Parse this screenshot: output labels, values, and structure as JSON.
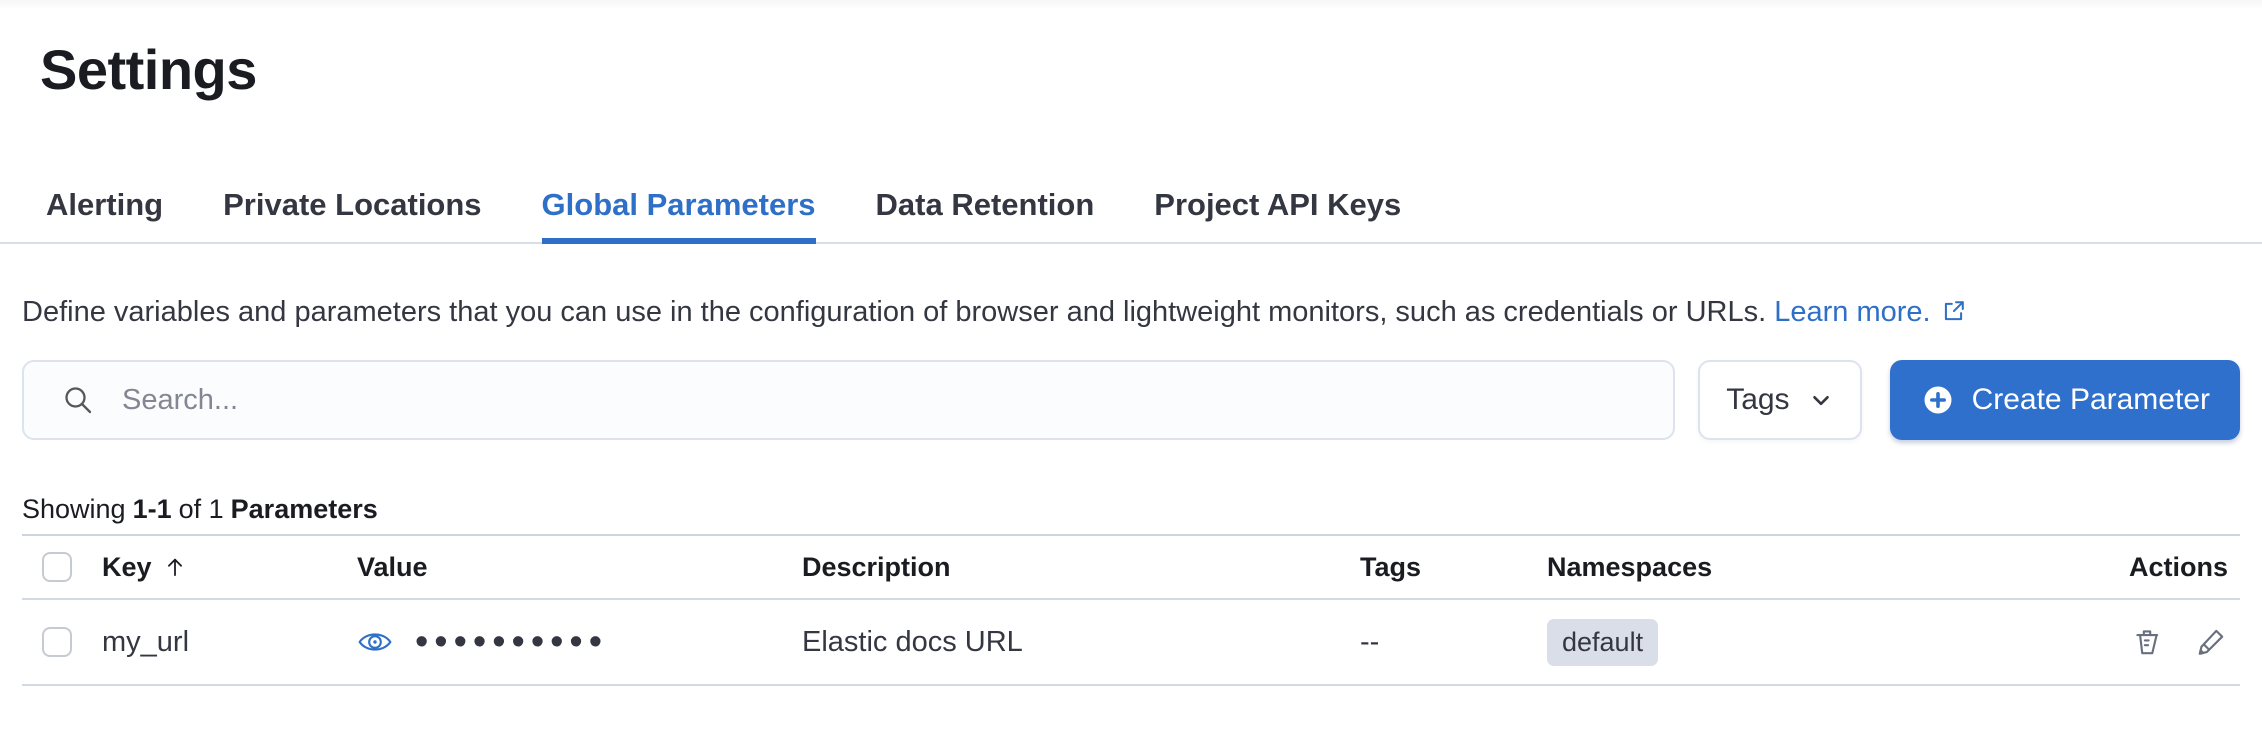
{
  "page_title": "Settings",
  "tabs": [
    {
      "label": "Alerting",
      "active": false
    },
    {
      "label": "Private Locations",
      "active": false
    },
    {
      "label": "Global Parameters",
      "active": true
    },
    {
      "label": "Data Retention",
      "active": false
    },
    {
      "label": "Project API Keys",
      "active": false
    }
  ],
  "description": {
    "text": "Define variables and parameters that you can use in the configuration of browser and lightweight monitors, such as credentials or URLs.",
    "link_label": "Learn more."
  },
  "toolbar": {
    "search_placeholder": "Search...",
    "tags_button_label": "Tags",
    "create_button_label": "Create Parameter"
  },
  "summary": {
    "prefix": "Showing",
    "range": "1-1",
    "connector": "of 1",
    "entity": "Parameters"
  },
  "table": {
    "columns": {
      "key": "Key",
      "value": "Value",
      "description": "Description",
      "tags": "Tags",
      "namespaces": "Namespaces",
      "actions": "Actions"
    },
    "sort": {
      "column": "Key",
      "direction": "ascending"
    },
    "rows": [
      {
        "key": "my_url",
        "value_masked": "••••••••••",
        "description": "Elastic docs URL",
        "tags": "--",
        "namespace": "default"
      }
    ]
  },
  "icons": {
    "search": "magnifier",
    "tags_dropdown": "chevron-down",
    "create": "plus-in-circle",
    "learn_more": "external-link",
    "sort": "arrow-up",
    "value_reveal": "eye",
    "delete": "trash",
    "edit": "pencil"
  },
  "colors": {
    "primary_blue": "#2f70cc",
    "link_blue": "#2e6fc8",
    "heading_text": "#1a1c21",
    "body_text": "#343741",
    "border": "#d3dae6",
    "icon_gray": "#69707d",
    "badge_bg": "#d9dee8"
  }
}
